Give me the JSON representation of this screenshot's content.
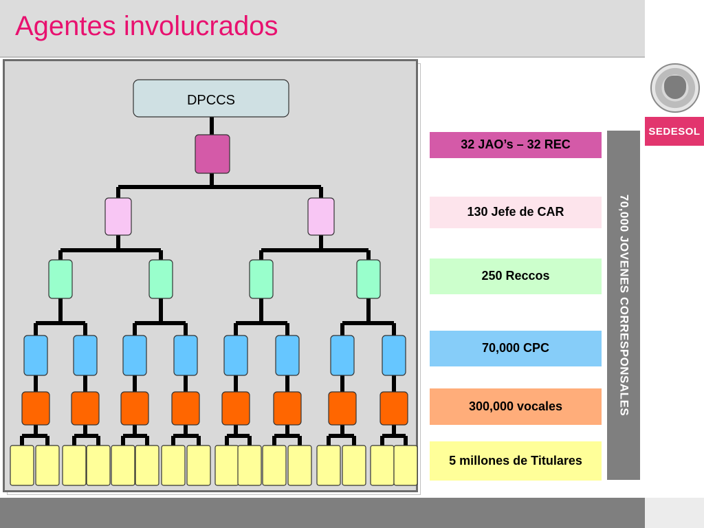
{
  "slide": {
    "title": "Agentes involucrados"
  },
  "brand": {
    "logo_text": "SEDESOL",
    "accent_color": "#e2356e",
    "seal_icon": "coat-of-arms-icon"
  },
  "diagram": {
    "root_label": "DPCCS",
    "level_colors": [
      "#cfe0e3",
      "#d45aa8",
      "#f8c6f4",
      "#99ffcc",
      "#66c6ff",
      "#ff6600",
      "#ffff99"
    ]
  },
  "legend": {
    "items": [
      {
        "label": "32 JAO’s – 32 REC",
        "color": "#d45aa8"
      },
      {
        "label": "130 Jefe de CAR",
        "color": "#fde4ec"
      },
      {
        "label": "250 Reccos",
        "color": "#ccffcc"
      },
      {
        "label": "70,000 CPC",
        "color": "#86cdf9"
      },
      {
        "label": "300,000 vocales",
        "color": "#ffad7a"
      },
      {
        "label": "5 millones de Titulares",
        "color": "#ffff99"
      }
    ],
    "side_label": "70,000 JOVENES CORRESPONSALES"
  }
}
